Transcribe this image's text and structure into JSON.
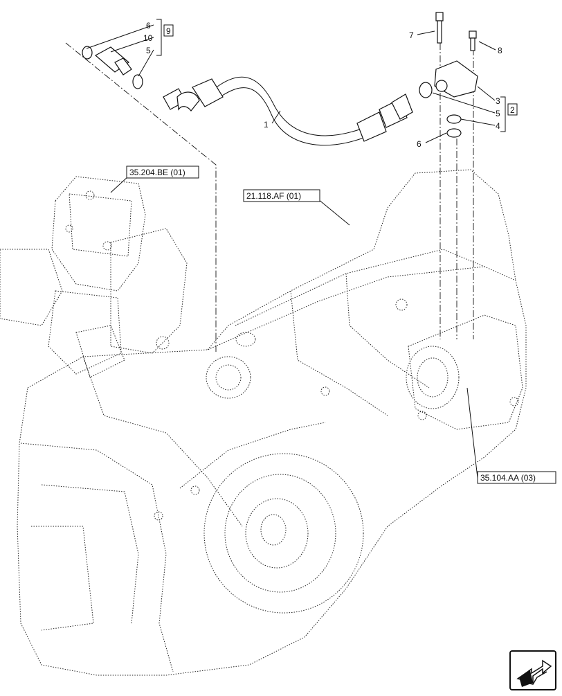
{
  "diagram": {
    "callouts": {
      "c1": "1",
      "c2": "2",
      "c3": "3",
      "c4": "4",
      "c5_right": "5",
      "c6_right": "6",
      "c7": "7",
      "c8": "8",
      "c6_left": "6",
      "c10": "10",
      "c5_left": "5",
      "c9": "9"
    },
    "references": {
      "ref_pto_valve": "35.204.BE (01)",
      "ref_housing": "21.118.AF (01)",
      "ref_pump": "35.104.AA (03)"
    },
    "nav_icon": "next-page-arrow-icon"
  }
}
